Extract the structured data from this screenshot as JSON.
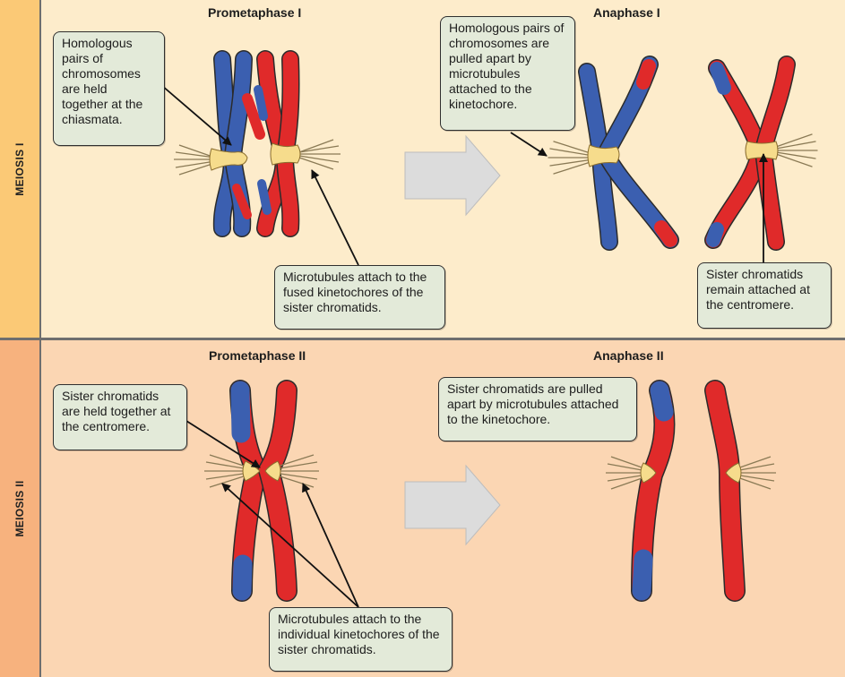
{
  "sections": {
    "meiosis_1": {
      "label": "MEIOSIS I"
    },
    "meiosis_2": {
      "label": "MEIOSIS II"
    }
  },
  "headings": {
    "prometaphase_1": "Prometaphase I",
    "anaphase_1": "Anaphase I",
    "prometaphase_2": "Prometaphase II",
    "anaphase_2": "Anaphase II"
  },
  "callouts": {
    "homologous_held": "Homologous pairs of chromosomes are held together at the chiasmata.",
    "homologous_pulled": "Homologous pairs of chromosomes are pulled apart by microtubules attached to the kinetochore.",
    "microtubules_fused": "Microtubules attach to the fused kinetochores of the sister chromatids.",
    "sister_remain": "Sister chromatids remain attached at the centromere.",
    "sister_held": "Sister chromatids are held together at the centromere.",
    "sister_pulled": "Sister chromatids are pulled apart by microtubules attached to the kinetochore.",
    "microtubules_individual": "Microtubules attach to the individual kinetochores of the sister chromatids."
  },
  "colors": {
    "chromosome_blue": "#3b5fb0",
    "chromosome_red": "#e02a2a",
    "kinetochore": "#f6dc8c",
    "arrow_fill": "#dcdcdc",
    "callout_fill": "#e3ead9"
  }
}
